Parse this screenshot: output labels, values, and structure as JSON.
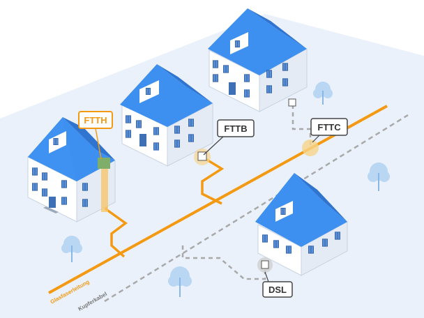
{
  "labels": {
    "ftth": "FTTH",
    "fttb": "FTTB",
    "fttc": "FTTC",
    "dsl": "DSL",
    "fiber_line": "Glasfaserleitung",
    "copper_line": "Kupferkabel"
  },
  "colors": {
    "fiber": "#f39a12",
    "copper": "#a9a9a9",
    "roof": "#3d8ff0",
    "roof_dark": "#2f74cf",
    "wall_light": "#ffffff",
    "wall_shade": "#e9eef5",
    "window": "#3f6fb5",
    "background": "#e8f0fb",
    "tree": "#b7d6f2",
    "ftth_border": "#f39a12",
    "badge_border": "#444444"
  }
}
